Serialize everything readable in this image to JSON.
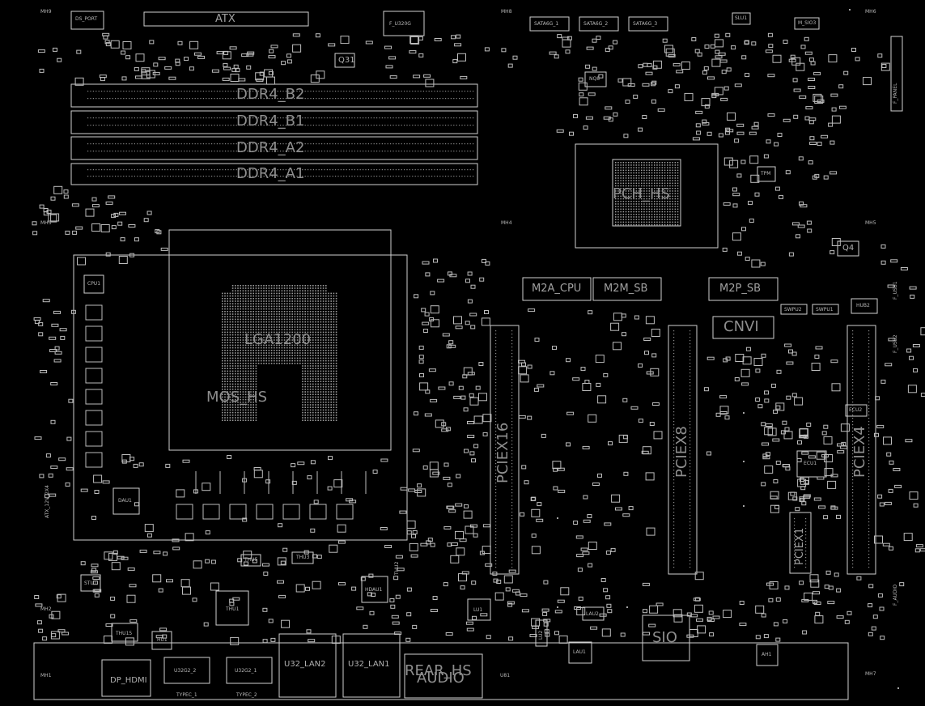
{
  "labels": {
    "ddr4_b2": "DDR4_B2",
    "ddr4_b1": "DDR4_B1",
    "ddr4_a2": "DDR4_A2",
    "ddr4_a1": "DDR4_A1",
    "atx": "ATX",
    "cpu_socket": "LGA1200",
    "mos_hs": "MOS_HS",
    "pch_hs": "PCH_HS",
    "m2a_cpu": "M2A_CPU",
    "m2m_sb": "M2M_SB",
    "m2p_sb": "M2P_SB",
    "cnvi": "CNVI",
    "pciex16": "PCIEX16",
    "pciex8": "PCIEX8",
    "pciex4": "PCIEX4",
    "pciex1": "PCIEX1",
    "sio": "SIO",
    "rear_hs": "REAR_HS",
    "audio": "AUDIO",
    "u32_lan2": "U32_LAN2",
    "u32_lan1": "U32_LAN1",
    "dp_hdmi": "DP_HDMI",
    "u32g2_2": "U32G2_2",
    "u32g2_1": "U32G2_1",
    "typec_1": "TYPEC_1",
    "typec_2": "TYPEC_2",
    "f_u320g": "F_U320G",
    "q31": "Q31",
    "q4": "Q4",
    "nq8": "NQ8",
    "hub2": "HUB2",
    "ecu1": "ECU1",
    "ecu2": "ECU2",
    "sata6g_1": "SATA6G_1",
    "sata6g_2": "SATA6G_2",
    "sata6g_3": "SATA6G_3",
    "f_panel": "F_PANEL",
    "f_usb1": "F_USB1",
    "f_usb2": "F_USB2",
    "f_audio": "F_AUDIO",
    "swpu2": "SWPU2",
    "swpu1": "SWPU1",
    "thu1": "THU1",
    "thu2": "THU2",
    "thu3": "THU3",
    "thu5": "THU5",
    "thu15": "THU15",
    "hu1": "HU1",
    "hdau1": "HDAU1",
    "lu1": "LU1",
    "lu2": "LU2",
    "lau1": "LAU1",
    "lau2": "LAU2",
    "ah1": "AH1",
    "dau1": "DAU1",
    "cpu1": "CPU1",
    "stu1": "STU1",
    "ds_port": "DS_PORT",
    "mh1": "MH1",
    "mh2": "MH2",
    "mh3": "MH3",
    "mh4": "MH4",
    "mh5": "MH5",
    "mh6": "MH6",
    "mh7": "MH7",
    "mh8": "MH8",
    "mh9": "MH9",
    "slu1": "SLU1",
    "m_sio3": "M_SIO3",
    "tpm": "TPM",
    "atx_12v_2x4": "ATX_12V_2X4",
    "u81": "U81"
  },
  "colors": {
    "background": "#000000",
    "outline": "#cfcfcf",
    "label": "#9a9a9a",
    "pad": "#bdbdbd",
    "marker": "#d8d8d8"
  }
}
